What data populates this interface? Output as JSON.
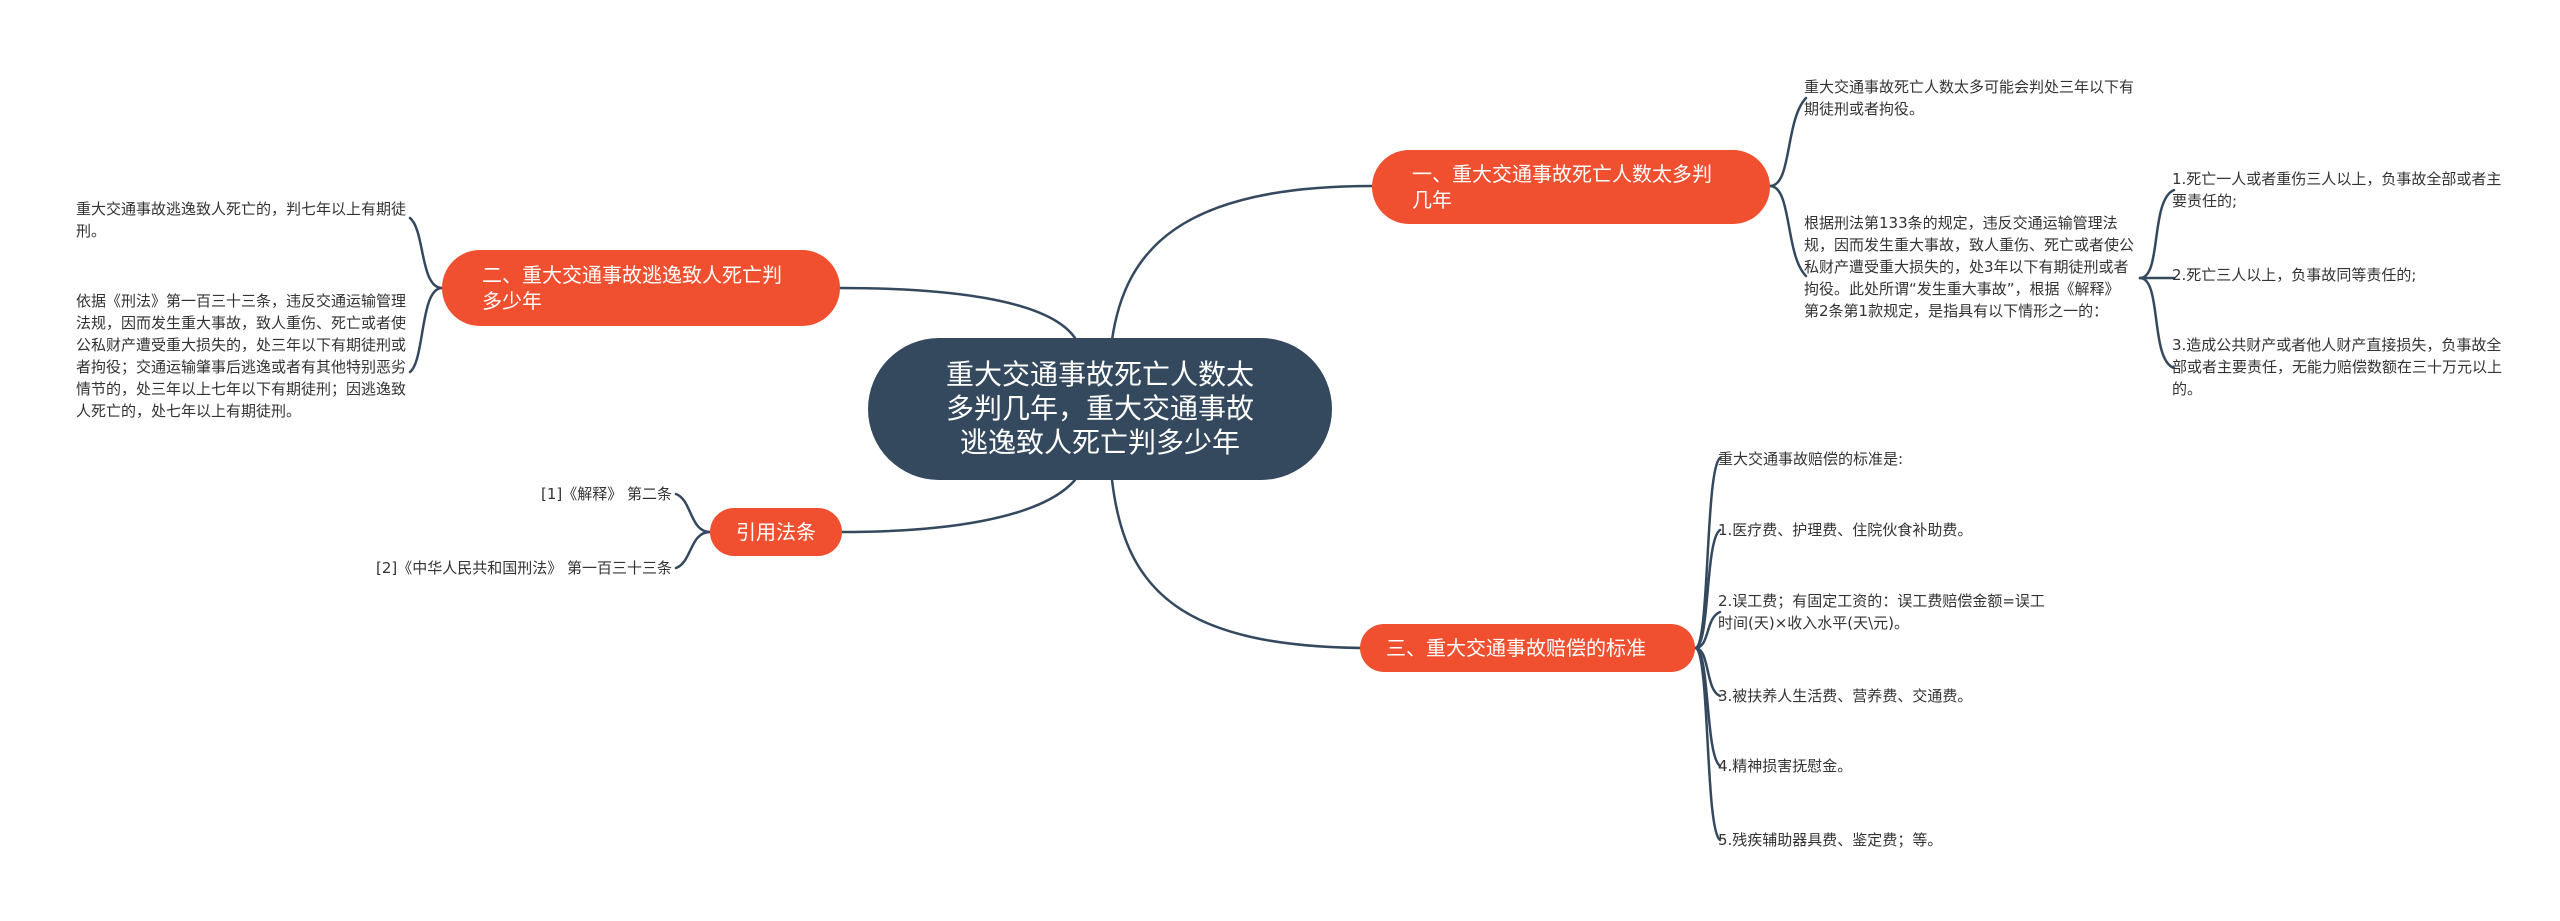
{
  "central_topic": "重大交通事故死亡人数太多判几年，重大交通事故逃逸致人死亡判多少年",
  "branches": [
    {
      "label": "一、重大交通事故死亡人数太多判几年",
      "children": [
        "重大交通事故死亡人数太多可能会判处三年以下有期徒刑或者拘役。",
        "根据刑法第133条的规定，违反交通运输管理法规，因而发生重大事故，致人重伤、死亡或者使公私财产遭受重大损失的，处3年以下有期徒刑或者拘役。此处所谓“发生重大事故”，根据《解释》第2条第1款规定，是指具有以下情形之一的："
      ],
      "sub_children": [
        "1.死亡一人或者重伤三人以上，负事故全部或者主要责任的;",
        "2.死亡三人以上，负事故同等责任的;",
        "3.造成公共财产或者他人财产直接损失，负事故全部或者主要责任，无能力赔偿数额在三十万元以上的。"
      ]
    },
    {
      "label": "二、重大交通事故逃逸致人死亡判多少年",
      "children": [
        "重大交通事故逃逸致人死亡的，判七年以上有期徒刑。",
        "依据《刑法》第一百三十三条，违反交通运输管理法规，因而发生重大事故，致人重伤、死亡或者使公私财产遭受重大损失的，处三年以下有期徒刑或者拘役；交通运输肇事后逃逸或者有其他特别恶劣情节的，处三年以上七年以下有期徒刑；因逃逸致人死亡的，处七年以上有期徒刑。"
      ]
    },
    {
      "label": "引用法条",
      "children": [
        "[1]《解释》 第二条",
        "[2]《中华人民共和国刑法》 第一百三十三条"
      ]
    },
    {
      "label": "三、重大交通事故赔偿的标准",
      "children": [
        "重大交通事故赔偿的标准是:",
        "1.医疗费、护理费、住院伙食补助费。",
        "2.误工费；有固定工资的：误工费赔偿金额=误工时间(天)×收入水平(天\\元)。",
        "3.被扶养人生活费、营养费、交通费。",
        "4.精神损害抚慰金。",
        "5.残疾辅助器具费、鉴定费；等。"
      ]
    }
  ],
  "colors": {
    "central_fill": "#34495e",
    "branch_fill": "#f05030",
    "connector": "#34495e",
    "leaf_text": "#333333"
  }
}
